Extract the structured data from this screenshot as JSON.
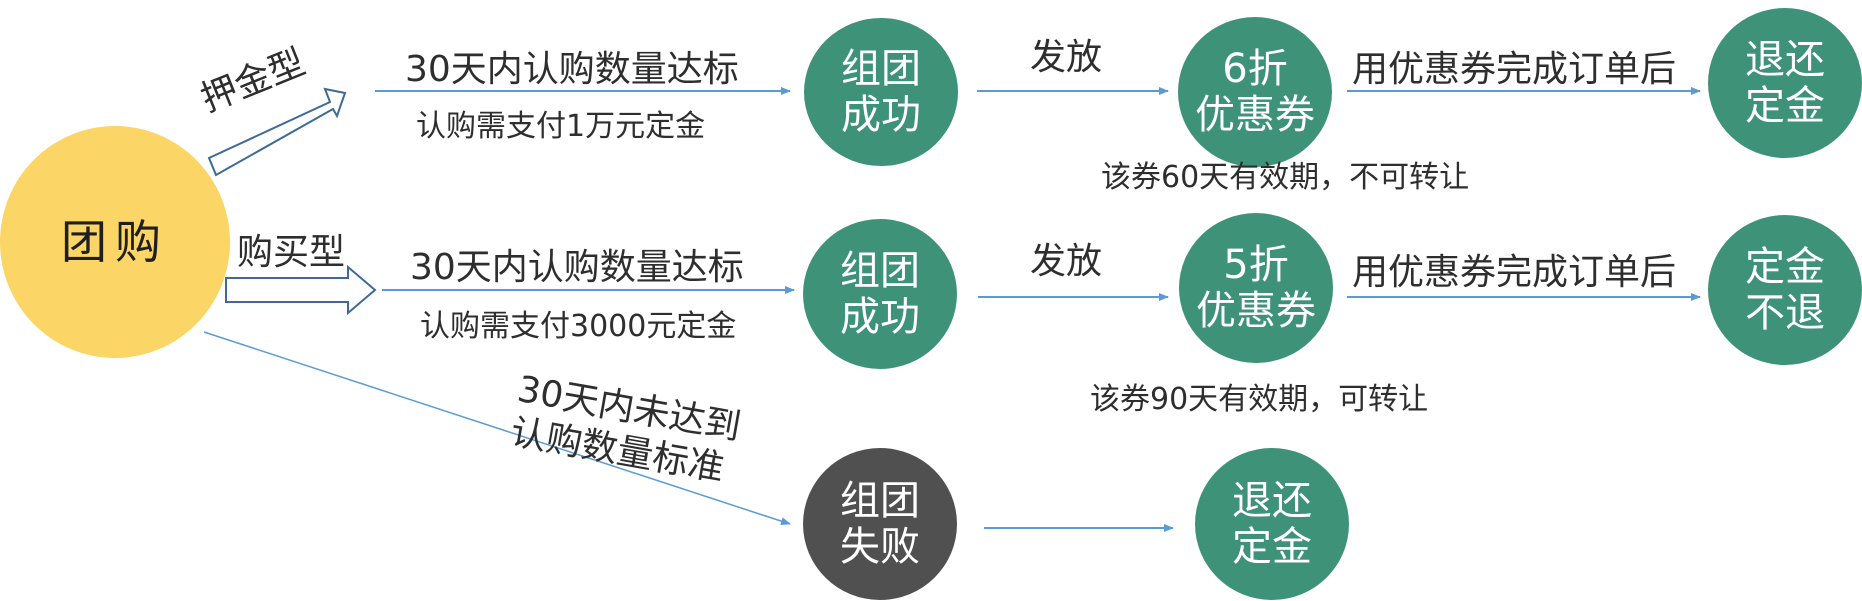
{
  "colors": {
    "node": "#3e9278",
    "fail": "#505050",
    "start": "#fcd567",
    "arrow": "#5b9bd5",
    "outline_arrow": "#3d6a96"
  },
  "start": {
    "label": "团购"
  },
  "deposit": {
    "type_label": "押金型",
    "condition": "30天内认购数量达标",
    "payment": "认购需支付1万元定金",
    "success": [
      "组团",
      "成功"
    ],
    "issue": "发放",
    "coupon": [
      "6折",
      "优惠券"
    ],
    "note": "该券60天有效期，不可转让",
    "after": "用优惠券完成订单后",
    "result": [
      "退还",
      "定金"
    ]
  },
  "purchase": {
    "type_label": "购买型",
    "condition": "30天内认购数量达标",
    "payment": "认购需支付3000元定金",
    "success": [
      "组团",
      "成功"
    ],
    "issue": "发放",
    "coupon": [
      "5折",
      "优惠券"
    ],
    "note": "该券90天有效期，可转让",
    "after": "用优惠券完成订单后",
    "result": [
      "定金",
      "不退"
    ]
  },
  "fail": {
    "condition": [
      "30天内未达到",
      "认购数量标准"
    ],
    "node": [
      "组团",
      "失败"
    ],
    "result": [
      "退还",
      "定金"
    ]
  }
}
